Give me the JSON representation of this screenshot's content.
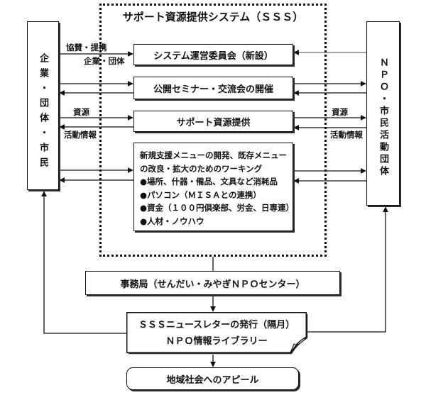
{
  "system": {
    "title": "サポート資源提供システム（ＳＳＳ）",
    "committee": "システム運営委員会（新設）",
    "seminar": "公開セミナー・交流会の開催",
    "resource_supply": "サポート資源提供",
    "working_group": {
      "lines": [
        "新規支援メニューの開発、既存メニュー",
        "の改良・拡大のためのワーキング"
      ],
      "bullets": [
        "●場所、什器・備品、文具など消耗品",
        "●パソコン（ＭＩＳＡとの連携）",
        "●資金（１００円倶楽部、労金、日専連）",
        "●人材・ノウハウ"
      ]
    }
  },
  "left_party": "企業・団体・市民",
  "right_party": "ＮＰＯ・市民活動団体",
  "labels": {
    "cooperation": "協賛・提携",
    "companies": "企業・団体",
    "resources_left": "資源",
    "activity_info_left": "活動情報",
    "resources_right": "資源",
    "activity_info_right": "活動情報"
  },
  "secretariat": "事務局（せんだい・みやぎＮＰＯセンター）",
  "newsletter": {
    "line1": "ＳＳＳニュースレターの発行（隔月）",
    "line2": "ＮＰＯ情報ライブラリー"
  },
  "appeal": "地域社会へのアピール"
}
